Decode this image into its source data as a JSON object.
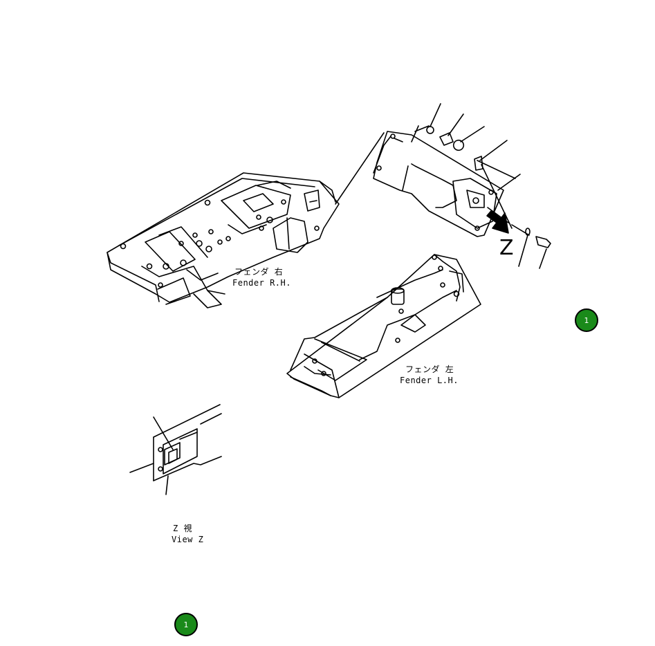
{
  "labels": {
    "fender_rh_jp": "フェンダ 右",
    "fender_rh_en": "Fender R.H.",
    "fender_lh_jp": "フェンダ 左",
    "fender_lh_en": "Fender L.H.",
    "view_z_jp": "Z 視",
    "view_z_en": "View Z",
    "arrow_letter": "Z"
  },
  "markers": [
    {
      "label": "1"
    },
    {
      "label": "1"
    }
  ]
}
